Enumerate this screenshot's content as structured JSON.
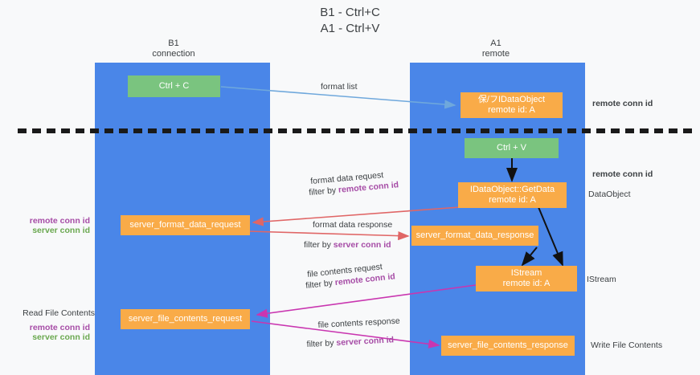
{
  "title": {
    "line1": "B1 - Ctrl+C",
    "line2": "A1 - Ctrl+V"
  },
  "colors": {
    "lane": "#4a86e8",
    "green_node": "#7ac47f",
    "orange_node": "#f9ab48",
    "purple_text": "#a64ca6",
    "green_text": "#6aa84f",
    "blue_arrow": "#6fa8dc",
    "red_arrow": "#e06666",
    "magenta_arrow": "#c936b0",
    "black_arrow": "#000000",
    "background": "#f8f9fa"
  },
  "lanes": [
    {
      "id": "b1",
      "head_line1": "B1",
      "head_line2": "connection"
    },
    {
      "id": "a1",
      "head_line1": "A1",
      "head_line2": "remote"
    }
  ],
  "nodes": {
    "ctrl_c": {
      "line1": "Ctrl + C",
      "line2": ""
    },
    "data_object": {
      "line1": "保/フIDataObject",
      "line2": "remote id: A"
    },
    "ctrl_v": {
      "line1": "Ctrl + V",
      "line2": ""
    },
    "get_data": {
      "line1": "IDataObject::GetData",
      "line2": "remote id: A"
    },
    "fmt_request": {
      "line1": "server_format_data_request",
      "line2": ""
    },
    "fmt_response": {
      "line1": "server_format_data_response",
      "line2": ""
    },
    "istream": {
      "line1": "IStream",
      "line2": "remote id: A"
    },
    "file_request": {
      "line1": "server_file_contents_request",
      "line2": ""
    },
    "file_response": {
      "line1": "server_file_contents_response",
      "line2": ""
    }
  },
  "edge_labels": {
    "format_list": "format list",
    "fmt_req_l1": "format data request",
    "fmt_req_l2_prefix": "filter by ",
    "fmt_req_l2_key": "remote conn id",
    "fmt_res_l1": "format data response",
    "fmt_res_l2_prefix": "filter by ",
    "fmt_res_l2_key": "server conn id",
    "file_req_l1": "file contents request",
    "file_req_l2_prefix": "filter by ",
    "file_req_l2_key": "remote conn id",
    "file_res_l1": "file contents response",
    "file_res_l2_prefix": "filter by ",
    "file_res_l2_key": "server conn id"
  },
  "right_labels": {
    "remote_conn_id_top": "remote conn id",
    "remote_conn_id_mid": "remote conn id",
    "data_object": "DataObject",
    "istream": "IStream",
    "write_file_contents": "Write File Contents"
  },
  "left_labels": {
    "remote_conn_id_mid": "remote conn id",
    "server_conn_id_mid": "server conn id",
    "read_file_contents": "Read File Contents",
    "remote_conn_id_bottom": "remote conn id",
    "server_conn_id_bottom": "server conn id"
  }
}
